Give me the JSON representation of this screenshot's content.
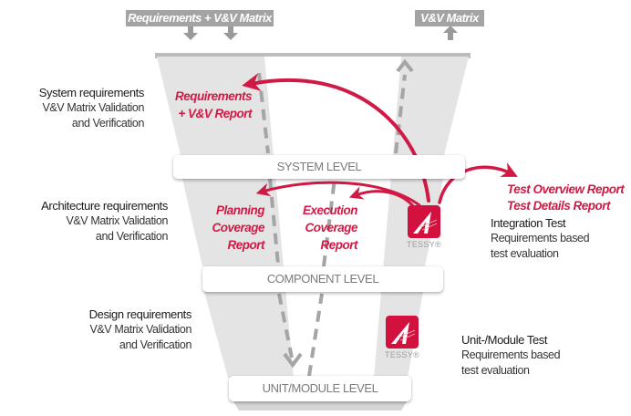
{
  "top_boxes": {
    "left": "Requirements + V&V Matrix",
    "right": "V&V Matrix"
  },
  "levels": {
    "system": "SYSTEM LEVEL",
    "component": "COMPONENT LEVEL",
    "unit": "UNIT/MODULE LEVEL"
  },
  "left_labels": [
    {
      "title": "System requirements",
      "line1": "V&V Matrix Validation",
      "line2": "and Verification"
    },
    {
      "title": "Architecture requirements",
      "line1": "V&V Matrix Validation",
      "line2": "and Verification"
    },
    {
      "title": "Design requirements",
      "line1": "V&V Matrix Validation",
      "line2": "and Verification"
    }
  ],
  "reports": {
    "requirements": [
      "Requirements",
      "+ V&V Report"
    ],
    "planning": [
      "Planning",
      "Coverage",
      "Report"
    ],
    "execution": [
      "Execution",
      "Coverage",
      "Report"
    ],
    "test_overview": "Test Overview Report",
    "test_details": "Test Details Report"
  },
  "right_labels": [
    {
      "title": "Integration Test",
      "line1": "Requirements based",
      "line2": "test evaluation"
    },
    {
      "title": "Unit-/Module Test",
      "line1": "Requirements based",
      "line2": "test evaluation"
    }
  ],
  "tessy": {
    "name": "TESSY®",
    "icon": "tessy-logo-icon"
  },
  "colors": {
    "accent_red": "#d01a45",
    "funnel_gray": "#e4e4e4",
    "dash_gray": "#a5a5a5",
    "box_gray": "#a3a3a3"
  }
}
